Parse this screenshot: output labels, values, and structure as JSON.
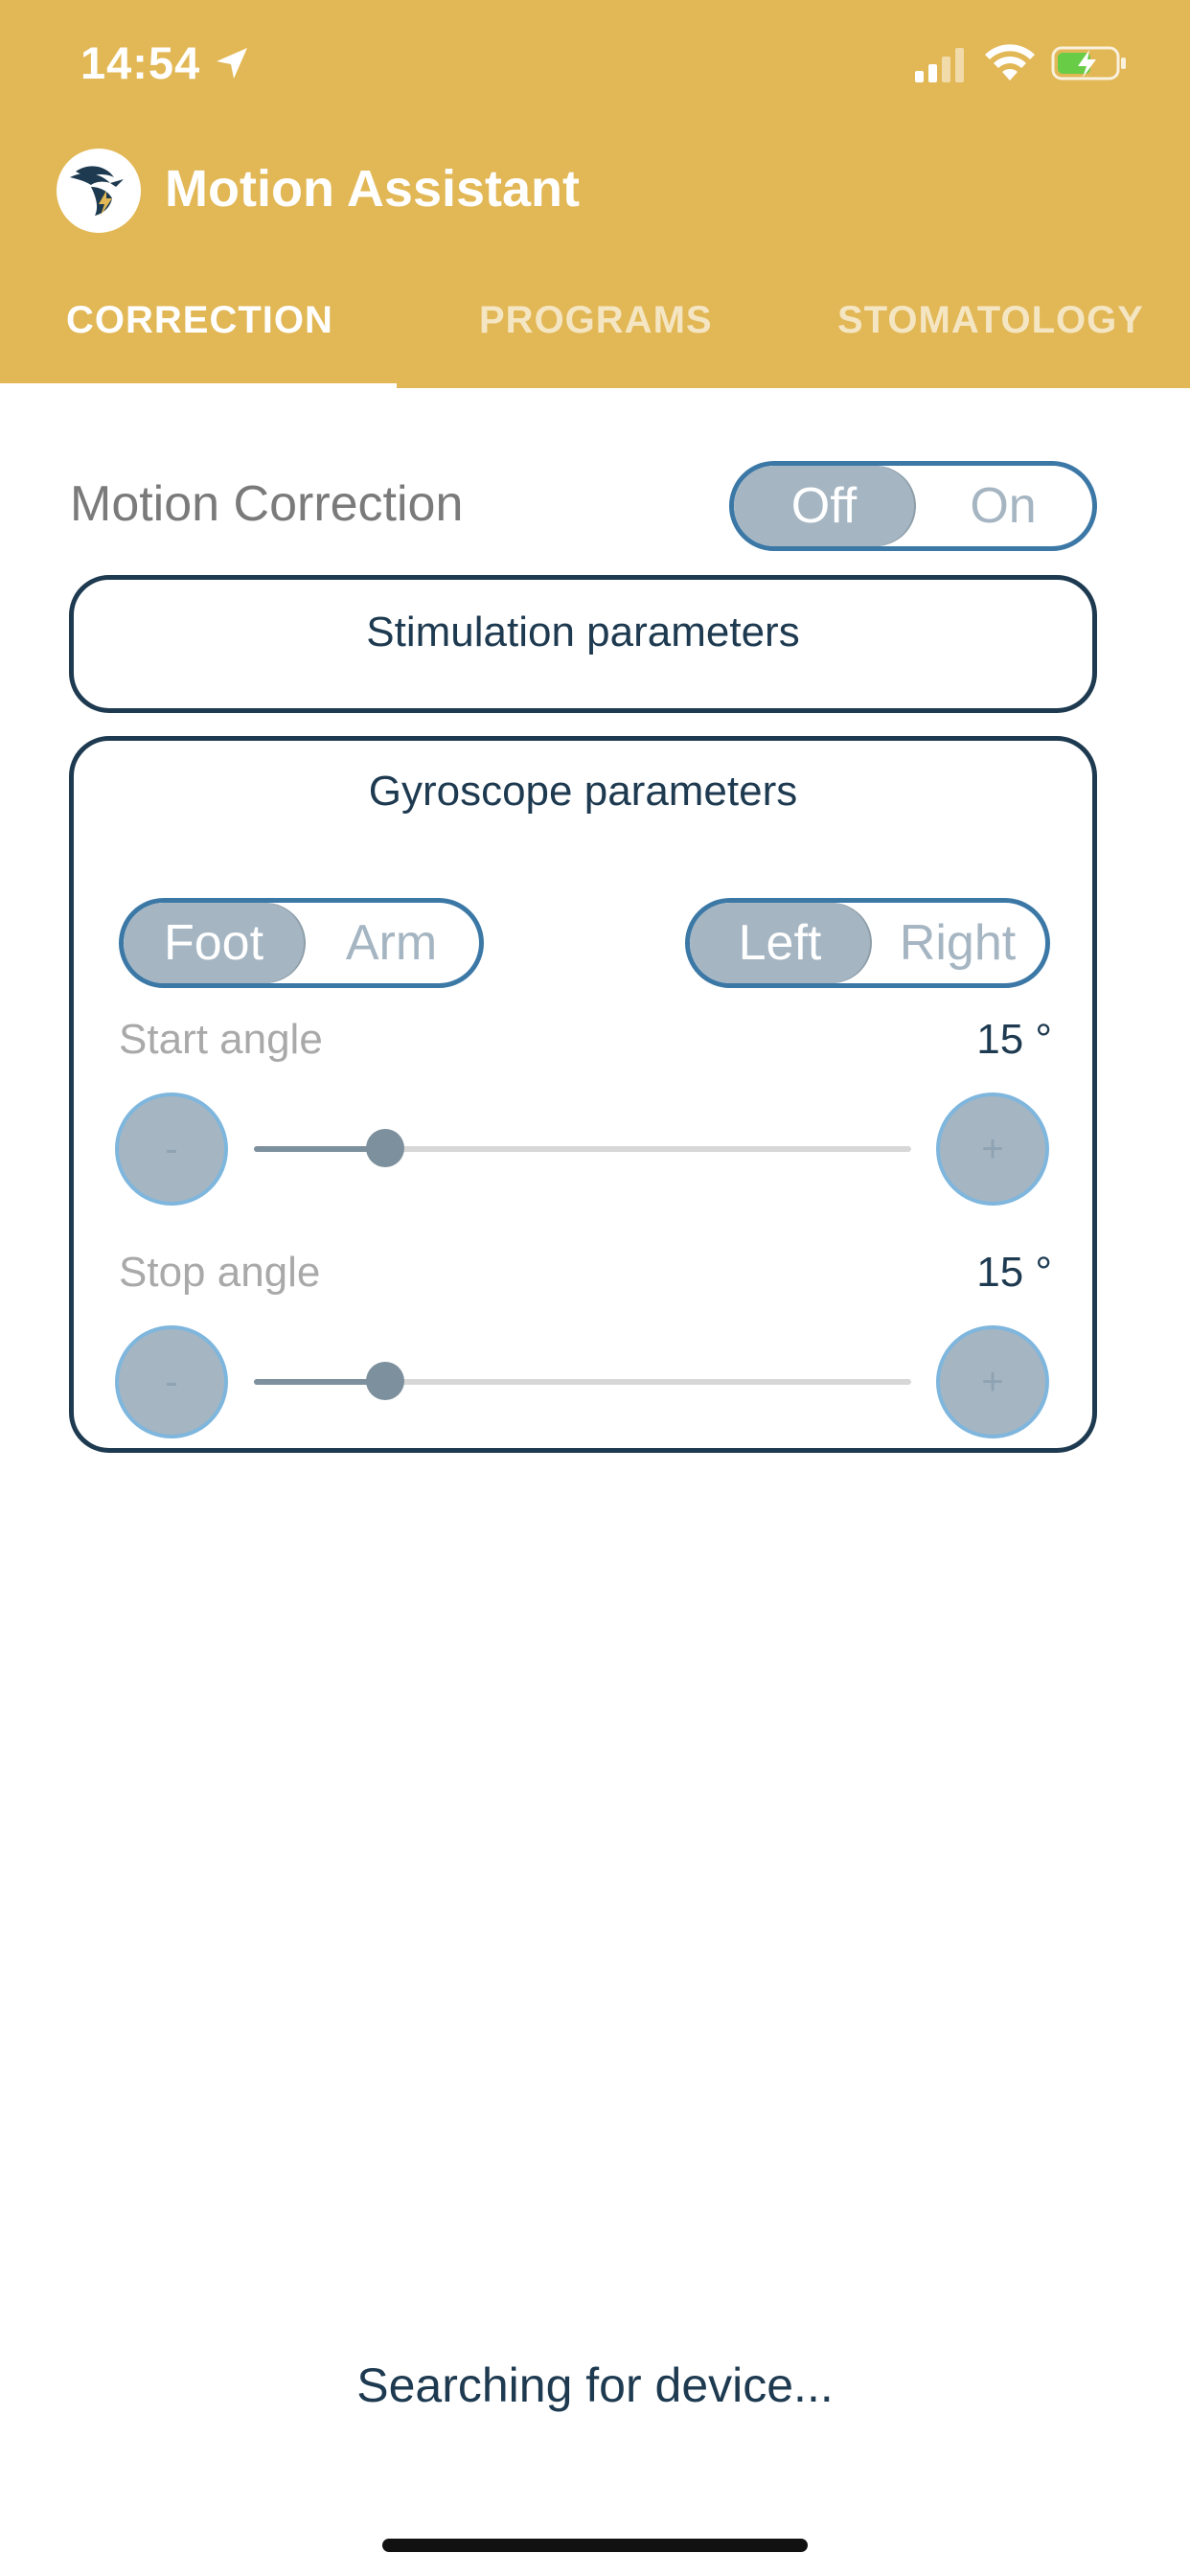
{
  "status_bar": {
    "time": "14:54"
  },
  "app": {
    "title": "Motion Assistant"
  },
  "tabs": [
    {
      "label": "CORRECTION",
      "selected": true
    },
    {
      "label": "PROGRAMS",
      "selected": false
    },
    {
      "label": "STOMATOLOGY",
      "selected": false
    }
  ],
  "correction": {
    "label": "Motion Correction",
    "toggle": {
      "off_label": "Off",
      "on_label": "On",
      "selected": "Off"
    }
  },
  "stimulation": {
    "title": "Stimulation parameters"
  },
  "gyroscope": {
    "title": "Gyroscope parameters",
    "limb": {
      "options": [
        "Foot",
        "Arm"
      ],
      "selected": "Foot"
    },
    "side": {
      "options": [
        "Left",
        "Right"
      ],
      "selected": "Left"
    },
    "start_angle": {
      "label": "Start angle",
      "value_text": "15 °",
      "fraction": 0.2
    },
    "stop_angle": {
      "label": "Stop angle",
      "value_text": "15 °",
      "fraction": 0.2
    },
    "minus_label": "-",
    "plus_label": "+"
  },
  "footer": {
    "message": "Searching for device..."
  },
  "colors": {
    "header": "#E2B755",
    "accent_blue": "#3C78A6",
    "dark_navy": "#1E3A50",
    "inactive_gray": "#A5B5C2"
  }
}
